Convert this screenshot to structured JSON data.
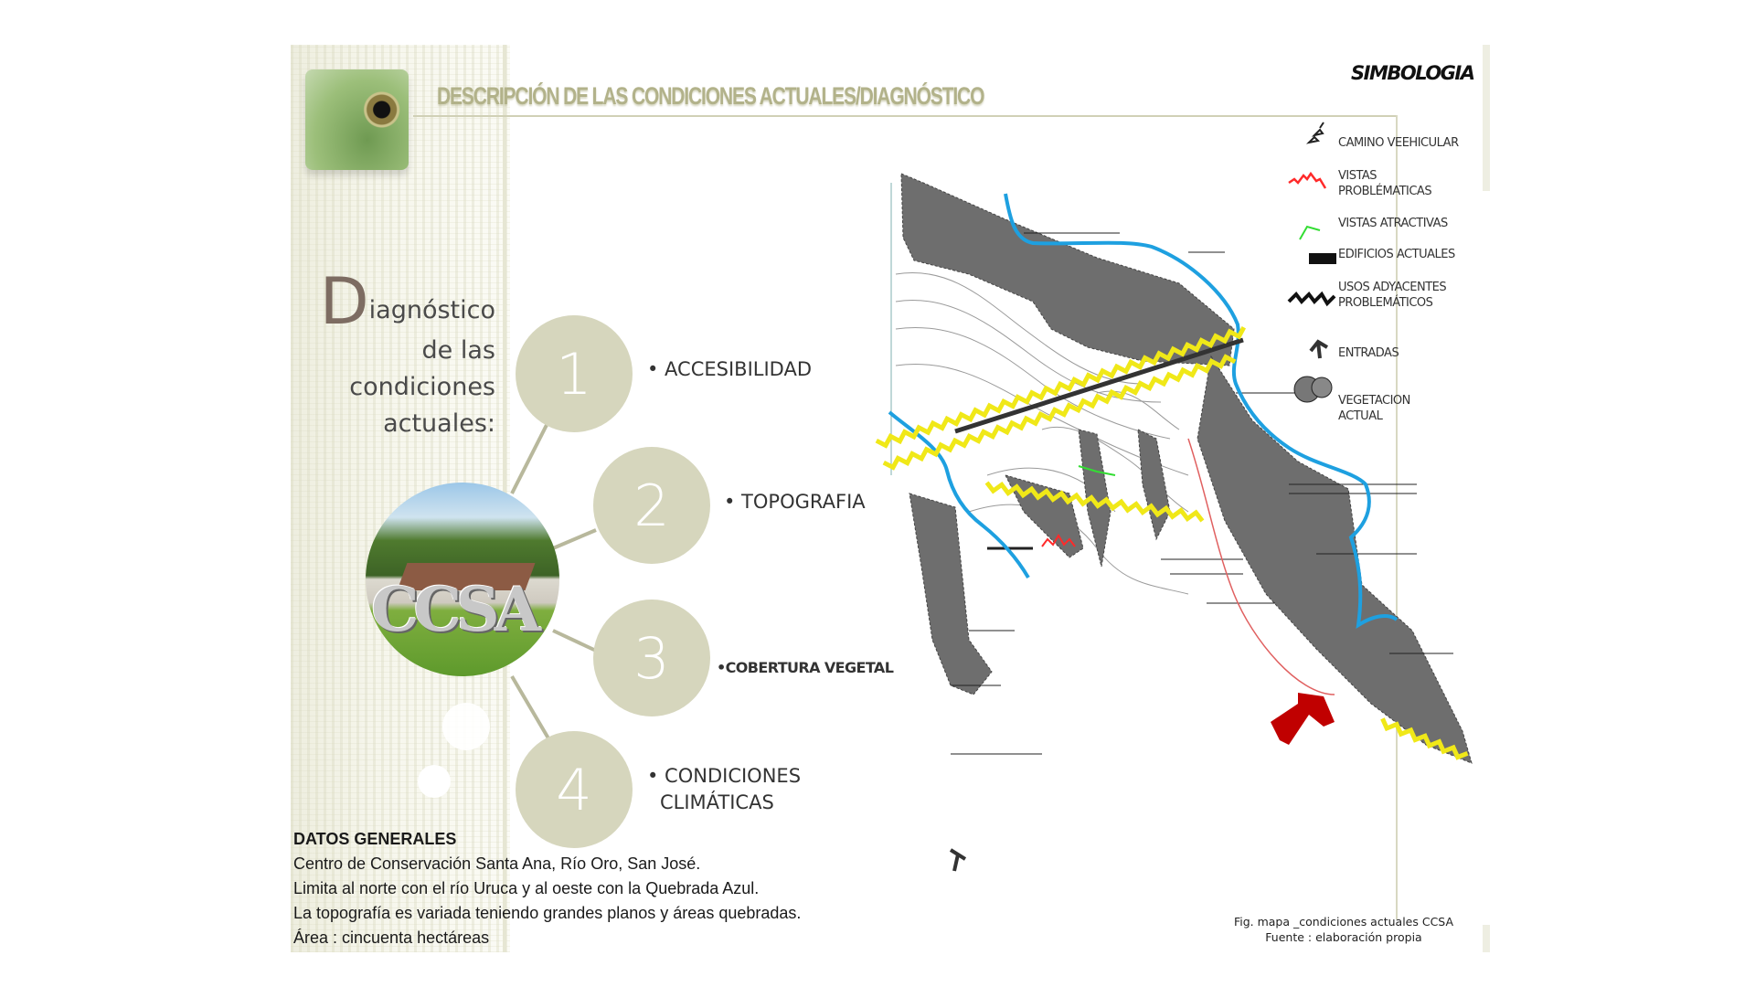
{
  "header": {
    "title": "DESCRIPCIÓN DE LAS CONDICIONES ACTUALES/DIAGNÓSTICO"
  },
  "heading": {
    "initial": "D",
    "line1_rest": "iagnóstico",
    "line2": "de las",
    "line3": "condiciones",
    "line4": "actuales:"
  },
  "photo": {
    "logo_text": "CCSA"
  },
  "items": [
    {
      "number": "1",
      "label": "• ACCESIBILIDAD"
    },
    {
      "number": "2",
      "label": "• TOPOGRAFIA"
    },
    {
      "number": "3",
      "label": "•COBERTURA VEGETAL"
    },
    {
      "number": "4",
      "label_line1": "• CONDICIONES",
      "label_line2": "CLIMÁTICAS"
    }
  ],
  "datos": {
    "title": "DATOS GENERALES",
    "lines": [
      "Centro de Conservación Santa Ana, Río Oro, San José.",
      "Limita al norte con el río Uruca y al oeste con la Quebrada Azul.",
      "La topografía es variada teniendo grandes planos y áreas quebradas.",
      "Área : cincuenta hectáreas"
    ]
  },
  "legend": {
    "title": "SIMBOLOGIA",
    "items": [
      {
        "icon": "road-icon",
        "label": "CAMINO VEEHICULAR"
      },
      {
        "icon": "red-zigzag-icon",
        "label_line1": "VISTAS",
        "label_line2": "PROBLÉMATICAS",
        "color": "#ff2a2a"
      },
      {
        "icon": "green-line-icon",
        "label": "VISTAS ATRACTIVAS",
        "color": "#33dd33"
      },
      {
        "icon": "building-icon",
        "label": "EDIFICIOS ACTUALES"
      },
      {
        "icon": "black-zigzag-icon",
        "label_line1": "USOS ADYACENTES",
        "label_line2": "PROBLEMÁTICOS"
      },
      {
        "icon": "entrance-arrow-icon",
        "label": "ENTRADAS"
      },
      {
        "icon": "tree-icon",
        "label_line1": "VEGETACION",
        "label_line2": "ACTUAL"
      }
    ]
  },
  "caption": {
    "line1": "Fig. mapa _condiciones actuales CCSA",
    "line2": "Fuente : elaboración propia"
  },
  "colors": {
    "accent": "#d6d6bd",
    "river": "#1ea0e0",
    "boundary": "#f2ea10",
    "entrance": "#c00000"
  }
}
